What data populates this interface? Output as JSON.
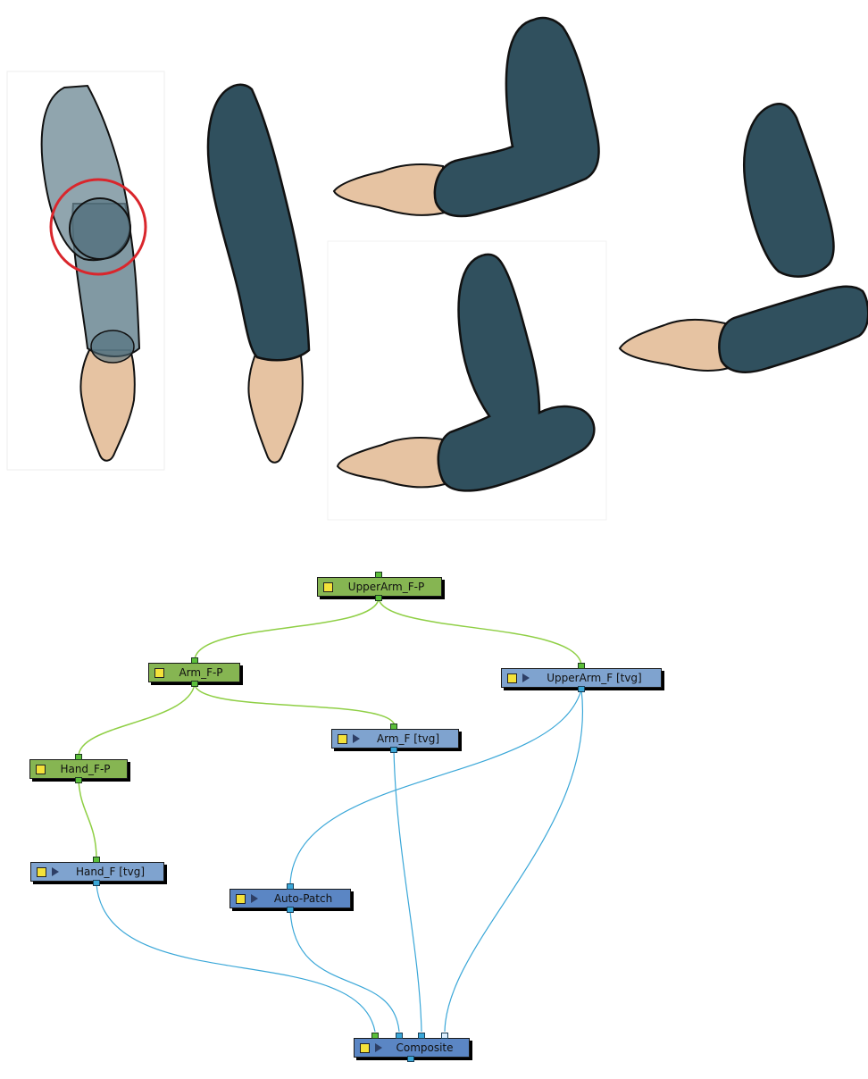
{
  "colors": {
    "sleeve_dark": "#30505e",
    "sleeve_light": "#6b8793",
    "skin": "#e6c3a2",
    "highlight_circle": "#d9262c",
    "peg_node": "#86b552",
    "drawing_node": "#7fa3cf",
    "composite_node": "#5b86c4",
    "peg_cable": "#8fcf45",
    "drawing_cable": "#3aa7d8"
  },
  "illustrations": [
    {
      "name": "arm-overlap-highlight",
      "pose": "straight-down",
      "style": "semi-transparent",
      "marker": "red-circle-at-elbow"
    },
    {
      "name": "arm-straight",
      "pose": "straight-down"
    },
    {
      "name": "arm-bent-forearm-left",
      "pose": "bent"
    },
    {
      "name": "arm-bent-lower",
      "pose": "bent"
    },
    {
      "name": "arm-separated-parts",
      "pose": "bent-separated"
    }
  ],
  "nodes": {
    "upperarm_peg": {
      "label": "UpperArm_F-P",
      "type": "peg"
    },
    "arm_peg": {
      "label": "Arm_F-P",
      "type": "peg"
    },
    "hand_peg": {
      "label": "Hand_F-P",
      "type": "peg"
    },
    "upperarm_drawing": {
      "label": "UpperArm_F [tvg]",
      "type": "drawing"
    },
    "arm_drawing": {
      "label": "Arm_F [tvg]",
      "type": "drawing"
    },
    "hand_drawing": {
      "label": "Hand_F [tvg]",
      "type": "drawing"
    },
    "autopatch": {
      "label": "Auto-Patch",
      "type": "auto-patch"
    },
    "composite": {
      "label": "Composite",
      "type": "composite"
    }
  },
  "connections": [
    {
      "from": "UpperArm_F-P",
      "to": "Arm_F-P",
      "kind": "peg"
    },
    {
      "from": "UpperArm_F-P",
      "to": "UpperArm_F [tvg]",
      "kind": "peg"
    },
    {
      "from": "Arm_F-P",
      "to": "Hand_F-P",
      "kind": "peg"
    },
    {
      "from": "Arm_F-P",
      "to": "Arm_F [tvg]",
      "kind": "peg"
    },
    {
      "from": "Hand_F-P",
      "to": "Hand_F [tvg]",
      "kind": "peg"
    },
    {
      "from": "UpperArm_F [tvg]",
      "to": "Auto-Patch",
      "kind": "image"
    },
    {
      "from": "Hand_F [tvg]",
      "to": "Composite",
      "kind": "image"
    },
    {
      "from": "Auto-Patch",
      "to": "Composite",
      "kind": "image"
    },
    {
      "from": "Arm_F [tvg]",
      "to": "Composite",
      "kind": "image"
    },
    {
      "from": "UpperArm_F [tvg]",
      "to": "Composite",
      "kind": "image"
    }
  ]
}
